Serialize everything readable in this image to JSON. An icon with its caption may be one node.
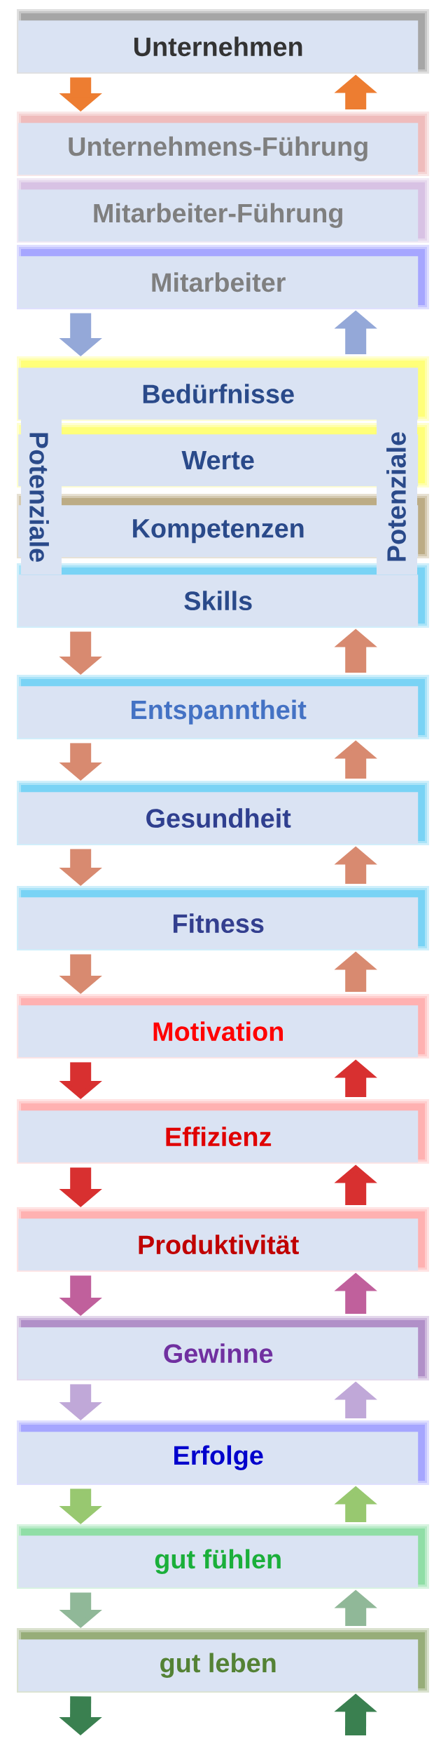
{
  "diagram": {
    "nodes": [
      {
        "text": [
          "Unternehmen"
        ]
      },
      {
        "text": [
          "Unternehmens-Führung"
        ]
      },
      {
        "text": [
          "Mitarbeiter-Führung"
        ]
      },
      {
        "text": [
          "Mitarbeiter"
        ]
      },
      {
        "text": [
          "Bedürfnisse"
        ]
      },
      {
        "text": [
          "Werte"
        ]
      },
      {
        "text": [
          "Kompetenzen"
        ]
      },
      {
        "text": [
          "Skills"
        ]
      },
      {
        "text": [
          "Entspanntheit"
        ]
      },
      {
        "text": [
          "Gesundheit"
        ]
      },
      {
        "text": [
          "Fitness"
        ]
      },
      {
        "text": [
          "Motivation"
        ]
      },
      {
        "text": [
          "Effizienz"
        ]
      },
      {
        "text": [
          "Produktivität"
        ]
      },
      {
        "text": [
          "Gewinne"
        ]
      },
      {
        "text": [
          "Erfolge"
        ]
      },
      {
        "text": [
          "gut fühlen"
        ]
      },
      {
        "text": [
          "gut leben"
        ]
      }
    ],
    "edges": [
      {
        "from": 0,
        "to": 1,
        "arrow": "to",
        "color": "#ed7d31"
      },
      {
        "from": 1,
        "to": 0,
        "arrow": "to",
        "color": "#ed7d31"
      },
      {
        "from": 3,
        "to": 4,
        "arrow": "to",
        "color": "#94a8d8"
      },
      {
        "from": 4,
        "to": 3,
        "arrow": "to",
        "color": "#94a8d8"
      },
      {
        "from": 7,
        "to": 8,
        "arrow": "to",
        "color": "#d88a70"
      },
      {
        "from": 8,
        "to": 7,
        "arrow": "to",
        "color": "#d88a70"
      },
      {
        "from": 8,
        "to": 9,
        "arrow": "to",
        "color": "#d88a70"
      },
      {
        "from": 9,
        "to": 8,
        "arrow": "to",
        "color": "#d88a70"
      },
      {
        "from": 9,
        "to": 10,
        "arrow": "to",
        "color": "#d88a70"
      },
      {
        "from": 10,
        "to": 9,
        "arrow": "to",
        "color": "#d88a70"
      },
      {
        "from": 10,
        "to": 11,
        "arrow": "to",
        "color": "#d88a70"
      },
      {
        "from": 11,
        "to": 10,
        "arrow": "to",
        "color": "#d88a70"
      },
      {
        "from": 11,
        "to": 12,
        "arrow": "to",
        "color": "#d83030"
      },
      {
        "from": 12,
        "to": 11,
        "arrow": "to",
        "color": "#d83030"
      },
      {
        "from": 12,
        "to": 13,
        "arrow": "to",
        "color": "#d83030"
      },
      {
        "from": 13,
        "to": 12,
        "arrow": "to",
        "color": "#d83030"
      },
      {
        "from": 13,
        "to": 14,
        "arrow": "to",
        "color": "#c0609c"
      },
      {
        "from": 14,
        "to": 13,
        "arrow": "to",
        "color": "#c0609c"
      },
      {
        "from": 14,
        "to": 15,
        "arrow": "to",
        "color": "#c0a8d8"
      },
      {
        "from": 15,
        "to": 14,
        "arrow": "to",
        "color": "#c0a8d8"
      },
      {
        "from": 15,
        "to": 16,
        "arrow": "to",
        "color": "#98c870"
      },
      {
        "from": 16,
        "to": 15,
        "arrow": "to",
        "color": "#98c870"
      },
      {
        "from": 16,
        "to": 17,
        "arrow": "to",
        "color": "#90b898"
      },
      {
        "from": 17,
        "to": 16,
        "arrow": "to",
        "color": "#90b898"
      },
      {
        "from": 17,
        "to": null,
        "arrow": "to",
        "color": "#3a8050"
      },
      {
        "from": null,
        "to": 17,
        "arrow": "to",
        "color": "#3a8050"
      }
    ],
    "labels": [
      "Potenziale",
      "Potenziale"
    ]
  }
}
